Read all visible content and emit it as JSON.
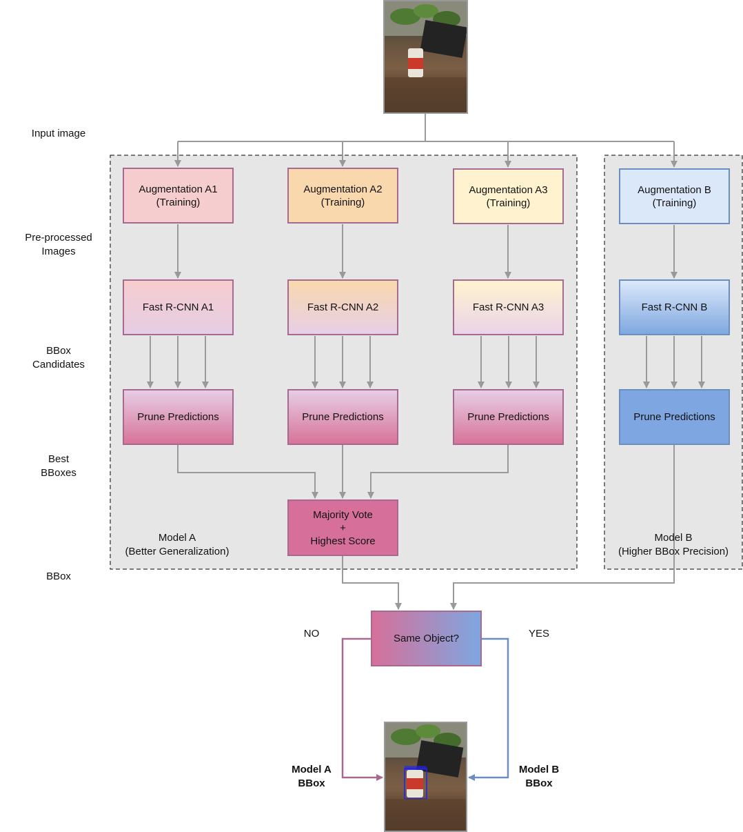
{
  "side_labels": {
    "input_image": "Input image",
    "preprocessed": "Pre-processed\nImages",
    "bbox_candidates": "BBox\nCandidates",
    "best_bboxes": "Best\nBBoxes",
    "bbox": "BBox"
  },
  "model_a": {
    "title": "Model A\n(Better Generalization)",
    "branches": [
      {
        "augmentation": "Augmentation A1\n(Training)",
        "detector": "Fast R-CNN A1",
        "prune": "Prune Predictions"
      },
      {
        "augmentation": "Augmentation A2\n(Training)",
        "detector": "Fast R-CNN A2",
        "prune": "Prune Predictions"
      },
      {
        "augmentation": "Augmentation A3\n(Training)",
        "detector": "Fast R-CNN A3",
        "prune": "Prune Predictions"
      }
    ],
    "majority": "Majority Vote\n+\nHighest Score"
  },
  "model_b": {
    "title": "Model B\n(Higher BBox Precision)",
    "augmentation": "Augmentation B\n(Training)",
    "detector": "Fast R-CNN B",
    "prune": "Prune Predictions"
  },
  "decision": {
    "question": "Same Object?",
    "no": "NO",
    "yes": "YES",
    "model_a_bbox": "Model A\nBBox",
    "model_b_bbox": "Model B\nBBox"
  },
  "colors": {
    "arrow": "#999999",
    "model_a_stroke": "#a7698f",
    "model_b_stroke": "#6c8ebf",
    "container_fill": "#e6e6e6"
  },
  "icons": {
    "input_photo": "photo-of-plant-and-can",
    "output_photo": "photo-with-bounding-box"
  }
}
